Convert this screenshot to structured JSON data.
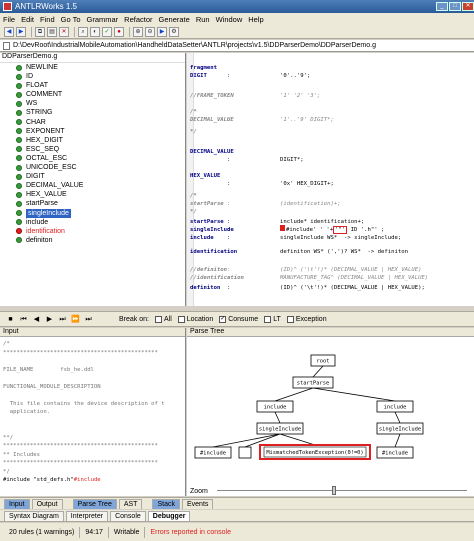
{
  "window": {
    "title": "ANTLRWorks 1.5"
  },
  "menu": [
    "File",
    "Edit",
    "Find",
    "Go To",
    "Grammar",
    "Refactor",
    "Generate",
    "Run",
    "Window",
    "Help"
  ],
  "path": "D:\\DevRoot\\IndustrialMobileAutomation\\HandheldDataSetter\\ANTLR\\projects\\v1.5\\DDParserDemo\\DDParserDemo.g",
  "rules_panel": {
    "title": "DDParserDemo.g",
    "items": [
      {
        "label": "NEWLINE"
      },
      {
        "label": "ID"
      },
      {
        "label": "FLOAT"
      },
      {
        "label": "COMMENT"
      },
      {
        "label": "WS"
      },
      {
        "label": "STRING"
      },
      {
        "label": "CHAR"
      },
      {
        "label": "EXPONENT"
      },
      {
        "label": "HEX_DIGIT"
      },
      {
        "label": "ESC_SEQ"
      },
      {
        "label": "OCTAL_ESC"
      },
      {
        "label": "UNICODE_ESC"
      },
      {
        "label": "DIGIT"
      },
      {
        "label": "DECIMAL_VALUE"
      },
      {
        "label": "HEX_VALUE"
      },
      {
        "label": "startParse"
      },
      {
        "label": "singleInclude",
        "state": "selected"
      },
      {
        "label": "include"
      },
      {
        "label": "identification",
        "state": "error"
      },
      {
        "label": "definiton"
      }
    ]
  },
  "editor": {
    "lines": [
      {
        "rule": "fragment",
        "colon": "",
        "body": ""
      },
      {
        "rule": "DIGIT",
        "colon": ":",
        "body": "'0'..'9';"
      },
      {
        "rule": "//FRAME_TOKEN",
        "colon": ":",
        "body": "'1' '2' '3';",
        "comment": true
      },
      {
        "rule": "/*",
        "colon": "",
        "body": "",
        "comment": true
      },
      {
        "rule": "DECIMAL_VALUE",
        "colon": ":",
        "body": "'1'..'9' DIGIT*;",
        "comment": true
      },
      {
        "rule": "*/",
        "colon": "",
        "body": "",
        "comment": true
      },
      {
        "rule": "DECIMAL_VALUE",
        "colon": "",
        "body": ""
      },
      {
        "rule": "",
        "colon": ":",
        "body": "DIGIT*;"
      },
      {
        "rule": "HEX_VALUE",
        "colon": "",
        "body": ""
      },
      {
        "rule": "",
        "colon": ":",
        "body": "'0x' HEX_DIGIT+;"
      },
      {
        "rule": "/*",
        "colon": "",
        "body": "",
        "comment": true
      },
      {
        "rule": "startParse",
        "colon": ":",
        "body": "(identification)+;",
        "comment": true
      },
      {
        "rule": "*/",
        "colon": "",
        "body": "",
        "comment": true
      },
      {
        "rule": "startParse",
        "colon": ":",
        "body": "include* identification+;"
      },
      {
        "rule": "singleInclude",
        "colon": ":",
        "body_pre": "#include' ' '+",
        "body_hl": "'\"'",
        "body_post": " ID '.h\"' ;"
      },
      {
        "rule": "include",
        "colon": ":",
        "body": "singleInclude WS*  -> singleInclude;"
      },
      {
        "rule": "identification",
        "colon": ":",
        "body": "definiton WS* (',')? WS*  -> definiton"
      },
      {
        "rule": "//definiton",
        "colon": ":",
        "body": "(ID)^ ('\\t'!)* (DECIMAL_VALUE | HEX_VALUE)",
        "comment": true
      },
      {
        "rule": "//identification",
        "colon": ":",
        "body": "MANUFACTURE_TAG^ (DECIMAL_VALUE | HEX_VALUE)",
        "comment": true
      },
      {
        "rule": "definiton",
        "colon": ":",
        "body": "(ID)^ ('\\t'!)* (DECIMAL_VALUE | HEX_VALUE);"
      }
    ]
  },
  "debug_toolbar": {
    "break_on_label": "Break on:",
    "checkboxes": [
      {
        "label": "All",
        "checked": false
      },
      {
        "label": "Location",
        "checked": false
      },
      {
        "label": "Consume",
        "checked": true
      },
      {
        "label": "LT",
        "checked": false
      },
      {
        "label": "Exception",
        "checked": false
      }
    ]
  },
  "input_panel": {
    "title": "Input",
    "lines": [
      "/*",
      "**********************************************",
      "",
      "FILE_NAME        fsb_he.ddl",
      "",
      "FUNCTIONAL_MODULE_DESCRIPTION",
      "",
      "  This file contains the device description of t",
      "  application.",
      "",
      "",
      "**/",
      "**********************************************",
      "** Includes",
      "**********************************************",
      "*/"
    ],
    "last_line": {
      "pre": "#include \"std_defs.h\"",
      "post": "#include"
    }
  },
  "parse_tree": {
    "title": "Parse Tree",
    "nodes": {
      "root": "root",
      "start": "startParse",
      "inc1": "include",
      "inc2": "include",
      "single1": "singleInclude",
      "single2": "singleInclude",
      "hash1": "#include",
      "err": "MismatchedTokenException(0!=0)",
      "hash2": "#include"
    },
    "zoom_label": "Zoom"
  },
  "tabs_row1": [
    {
      "label": "Input",
      "active": true
    },
    {
      "label": "Output"
    },
    {
      "label": "Parse Tree",
      "active": true,
      "gap": true
    },
    {
      "label": "AST"
    },
    {
      "label": "Stack",
      "active": true,
      "gap": true
    },
    {
      "label": "Events"
    }
  ],
  "tabs_row2": [
    {
      "label": "Syntax Diagram"
    },
    {
      "label": "Interpreter"
    },
    {
      "label": "Console"
    },
    {
      "label": "Debugger",
      "active": true
    }
  ],
  "status": {
    "rules": "20 rules (1 warnings)",
    "position": "94:17",
    "mode": "Writable",
    "errors": "Errors reported in console"
  },
  "colors": {
    "accent": "#3064c4",
    "error": "#e02020",
    "rule_ok": "#3a9a3a",
    "keyword": "#000080"
  }
}
